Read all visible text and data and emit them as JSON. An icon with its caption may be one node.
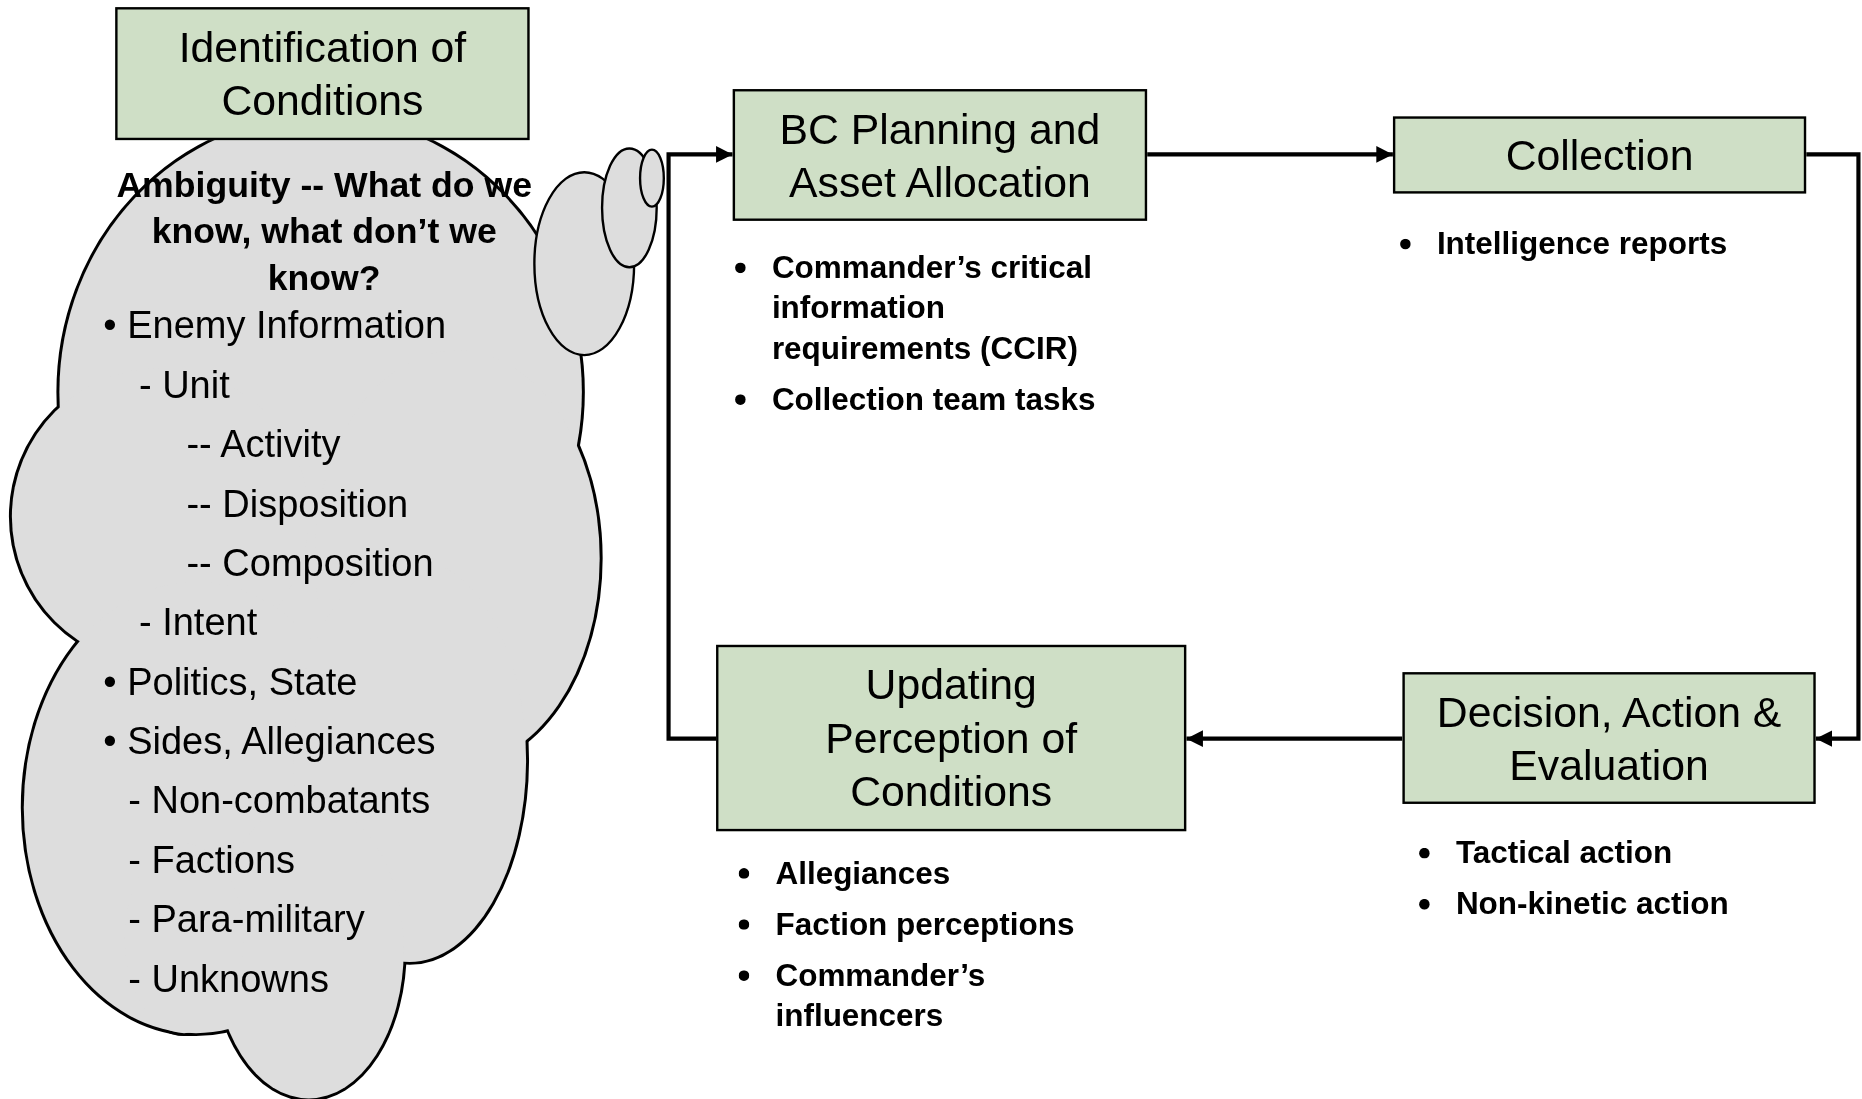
{
  "diagram": {
    "nodes": [
      {
        "text": [
          "Identification of Conditions"
        ]
      },
      {
        "text": [
          "Ambiguity -- What do we know, what don’t we know?",
          "• Enemy Information",
          "- Unit",
          "-- Activity",
          "-- Disposition",
          "-- Composition",
          "- Intent",
          "• Politics, State",
          "• Sides, Allegiances",
          "- Non-combatants",
          "- Factions",
          "- Para-military",
          "- Unknowns"
        ]
      },
      {
        "text": [
          "BC Planning and Asset Allocation"
        ],
        "beside": [
          "Commander’s critical information requirements (CCIR)",
          "Collection team tasks"
        ]
      },
      {
        "text": [
          "Collection"
        ],
        "beside": [
          "Intelligence reports"
        ]
      },
      {
        "text": [
          "Decision, Action & Evaluation"
        ],
        "beside": [
          "Tactical action",
          "Non-kinetic action"
        ]
      },
      {
        "text": [
          "Updating Perception of Conditions"
        ],
        "beside": [
          "Allegiances",
          "Faction perceptions",
          "Commander’s influencers"
        ]
      }
    ],
    "edges": [
      {
        "from": 2,
        "to": 3,
        "arrow": "to"
      },
      {
        "from": 3,
        "to": 4,
        "arrow": "to"
      },
      {
        "from": 4,
        "to": 5,
        "arrow": "to"
      },
      {
        "from": 5,
        "to": 2,
        "arrow": "to"
      }
    ]
  }
}
